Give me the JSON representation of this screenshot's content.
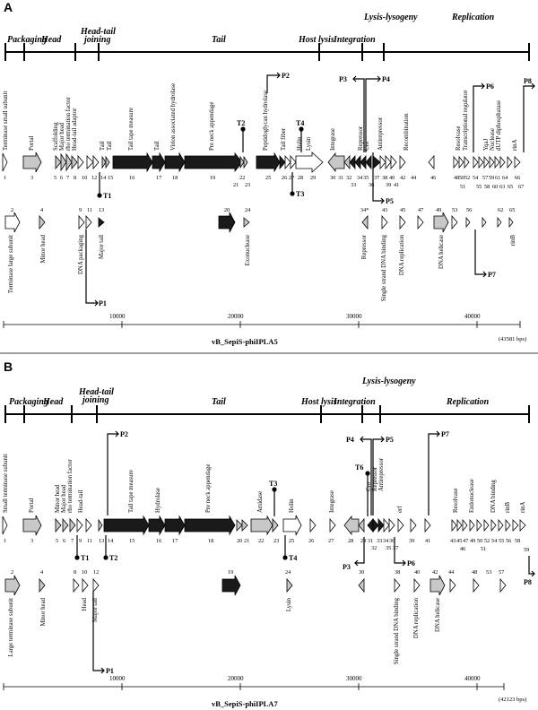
{
  "panels": [
    {
      "letter": "A",
      "phage": "vB_SepiS-phiIPLA5",
      "size_label": "(43581 bps)",
      "segments": [
        {
          "label": "Packaging"
        },
        {
          "label": "Head"
        },
        {
          "label": "Head-tail joining"
        },
        {
          "label": "Tail"
        },
        {
          "label": "Host lysis"
        },
        {
          "label": "Integration"
        },
        {
          "label": "Lysis-lysogeny"
        },
        {
          "label": "Replication"
        }
      ],
      "top_gene_numbers": [
        "1",
        "3",
        "5",
        "6",
        "7",
        "8",
        "10",
        "12",
        "14",
        "15",
        "16",
        "17",
        "18",
        "19",
        "21",
        "22",
        "23",
        "25",
        "26",
        "27",
        "28",
        "29",
        "30",
        "31",
        "32",
        "33",
        "34",
        "35",
        "36",
        "37",
        "38",
        "40",
        "39",
        "41",
        "42",
        "44",
        "46",
        "48",
        "50",
        "52",
        "51",
        "54",
        "55",
        "57",
        "59",
        "58",
        "60",
        "61",
        "63",
        "64",
        "66",
        "67",
        "65"
      ],
      "bottom_gene_numbers": [
        "2",
        "4",
        "9",
        "11",
        "13",
        "20",
        "24",
        "34*",
        "43",
        "45",
        "47",
        "49",
        "53",
        "56",
        "62",
        "65"
      ],
      "gene_labels": [
        "Terminase small subunit",
        "Portal",
        "Scaffolding",
        "Major head",
        "rho termination factor",
        "Head-tail adaptor",
        "Tail",
        "Tail",
        "Tail tape measure",
        "Tail",
        "Virion associated hydrolase",
        "Pre neck appendage",
        "Peptidoglycan hydrolase",
        "Tail fiber",
        "Holin",
        "Lysin",
        "Integrase",
        "Repressor",
        "Cro",
        "Antirepressor",
        "Recombination",
        "Resolvase",
        "Transcriptional regulator",
        "YqaJ",
        "Nuclease",
        "dUTP diphosphatase",
        "rinA",
        "Terminase large subunit",
        "Minor head",
        "DNA packaging",
        "Major tail",
        "Exonuclease",
        "Repressor",
        "Single strand DNA binding",
        "DNA replication",
        "DNA helicase",
        "rinB"
      ],
      "promoters": [
        "P1",
        "P2",
        "P3",
        "P4",
        "P5",
        "P6",
        "P7",
        "P8"
      ],
      "terminators": [
        "T1",
        "T2",
        "T3",
        "T4"
      ],
      "axis_ticks": [
        "10000",
        "20000",
        "30000",
        "40000"
      ]
    },
    {
      "letter": "B",
      "phage": "vB_SepiS-phiIPLA7",
      "size_label": "(42123 bps)",
      "segments": [
        {
          "label": "Packaging"
        },
        {
          "label": "Head"
        },
        {
          "label": "Head-tail joining"
        },
        {
          "label": "Tail"
        },
        {
          "label": "Host lysis"
        },
        {
          "label": "Integration"
        },
        {
          "label": "Lysis-lysogeny"
        },
        {
          "label": "Replication"
        }
      ],
      "top_gene_numbers": [
        "1",
        "3",
        "5",
        "6",
        "7",
        "9",
        "11",
        "13",
        "14",
        "15",
        "16",
        "17",
        "18",
        "20",
        "21",
        "22",
        "23",
        "25",
        "26",
        "27",
        "28",
        "29",
        "31",
        "32",
        "33",
        "34",
        "36",
        "35",
        "37",
        "39",
        "41",
        "43",
        "45",
        "47",
        "46",
        "49",
        "50",
        "52",
        "51",
        "54",
        "55",
        "56",
        "58",
        "59"
      ],
      "bottom_gene_numbers": [
        "2",
        "4",
        "8",
        "10",
        "12",
        "19",
        "24",
        "30",
        "38",
        "40",
        "42",
        "44",
        "48",
        "53",
        "57"
      ],
      "gene_labels": [
        "Small terminase subunit",
        "Portal",
        "Minor head",
        "Major head",
        "rho termination factor",
        "Head-tail",
        "Tail tape measure",
        "Hydrolase",
        "Pre neck appendage",
        "Amidase",
        "Holin",
        "Integrase",
        "Cro",
        "Repressor",
        "Antirepressor",
        "erf",
        "Resolvase",
        "Endonuclease",
        "DNA binding",
        "rinB",
        "rinA",
        "Large terminase subunit",
        "Minor head",
        "Head",
        "Major tail",
        "Lysin",
        "Single strand DNA binding",
        "DNA replication",
        "DNA helicase"
      ],
      "promoters": [
        "P1",
        "P2",
        "P3",
        "P4",
        "P5",
        "P6",
        "P7",
        "P8"
      ],
      "terminators": [
        "T1",
        "T2",
        "T3",
        "T4",
        "T6"
      ],
      "axis_ticks": [
        "10000",
        "20000",
        "30000",
        "40000"
      ]
    }
  ],
  "colors": {
    "black": "#000000",
    "white": "#ffffff",
    "gray": "#c8c8c8",
    "dark": "#1a1a1a"
  }
}
